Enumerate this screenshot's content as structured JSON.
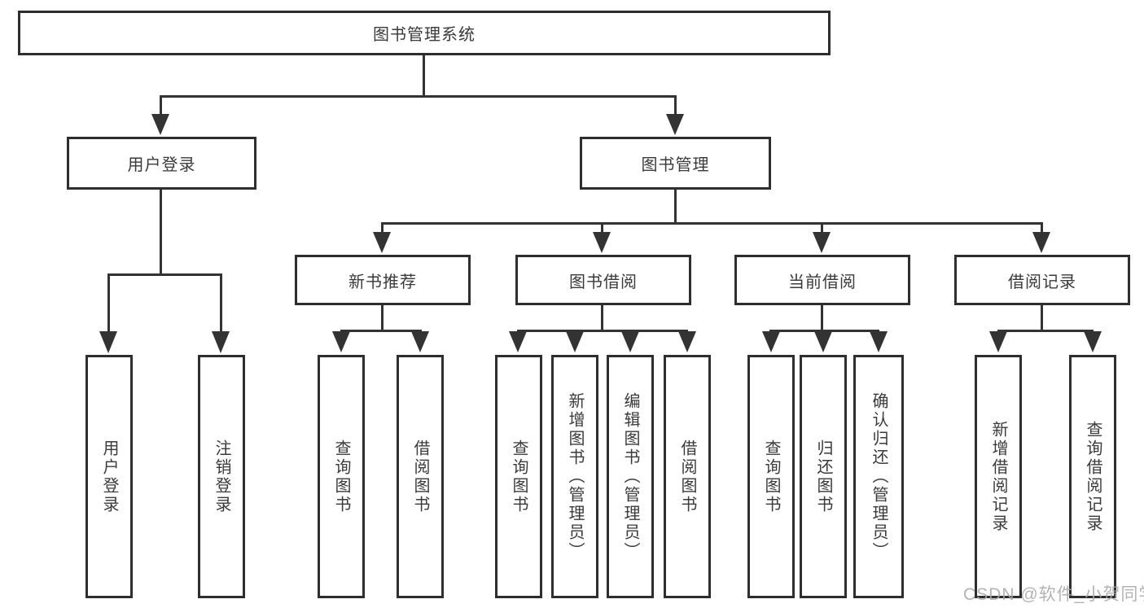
{
  "root": {
    "label": "图书管理系统"
  },
  "level2": [
    {
      "label": "用户登录"
    },
    {
      "label": "图书管理"
    }
  ],
  "level3": [
    {
      "label": "新书推荐"
    },
    {
      "label": "图书借阅"
    },
    {
      "label": "当前借阅"
    },
    {
      "label": "借阅记录"
    }
  ],
  "leaves": [
    {
      "label": "用户登录"
    },
    {
      "label": "注销登录"
    },
    {
      "label": "查询图书"
    },
    {
      "label": "借阅图书"
    },
    {
      "label": "查询图书"
    },
    {
      "label": "新增图书（管理员）"
    },
    {
      "label": "编辑图书（管理员）"
    },
    {
      "label": "借阅图书"
    },
    {
      "label": "查询图书"
    },
    {
      "label": "归还图书"
    },
    {
      "label": "确认归还（管理员）"
    },
    {
      "label": "新增借阅记录"
    },
    {
      "label": "查询借阅记录"
    }
  ],
  "watermark": {
    "text": "CSDN @软件_小贺同学"
  },
  "colors": {
    "line": "#333333",
    "border": "#2e2e2e",
    "text": "#3a3a3a",
    "watermark": "#a8a8a8",
    "background": "#ffffff"
  }
}
